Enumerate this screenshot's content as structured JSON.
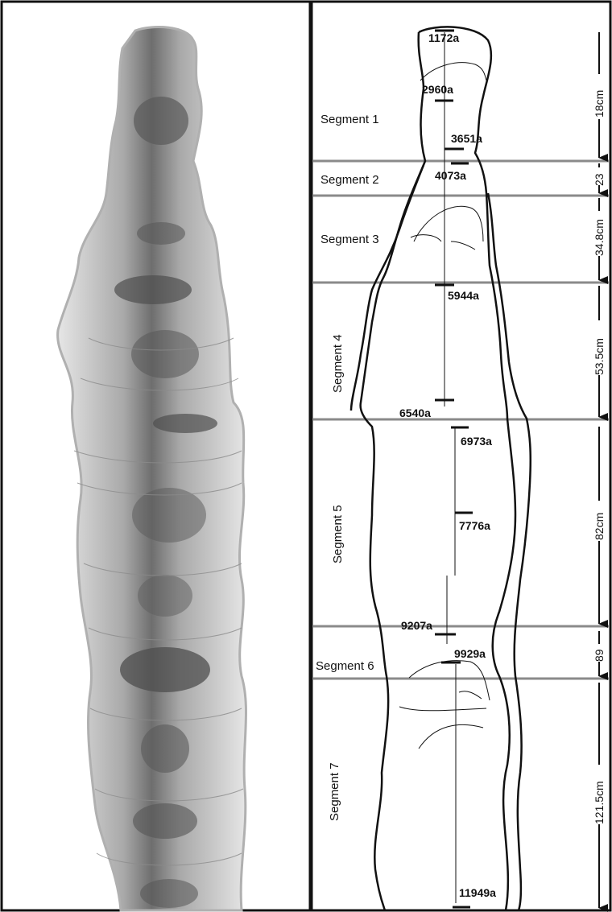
{
  "panels": {
    "left": {
      "subject": "stalagmite photo"
    },
    "right": {
      "subject": "stalagmite growth segments schematic"
    }
  },
  "segments": [
    {
      "label": "Segment 1",
      "length": "18cm"
    },
    {
      "label": "Segment 2",
      "length": "23"
    },
    {
      "label": "Segment 3",
      "length": "34.8cm"
    },
    {
      "label": "Segment 4",
      "length": "53.5cm"
    },
    {
      "label": "Segment 5",
      "length": "82cm"
    },
    {
      "label": "Segment 6",
      "length": "89"
    },
    {
      "label": "Segment 7",
      "length": "121.5cm"
    }
  ],
  "ages": [
    "1172a",
    "2960a",
    "3651a",
    "4073a",
    "5944a",
    "6540a",
    "6973a",
    "7776a",
    "9207a",
    "9929a",
    "11949a"
  ],
  "colors": {
    "frame": "#111111",
    "boundary": "#8a8a8a",
    "photo_dark": "#5a5a5a",
    "photo_light": "#d8d8d8"
  }
}
